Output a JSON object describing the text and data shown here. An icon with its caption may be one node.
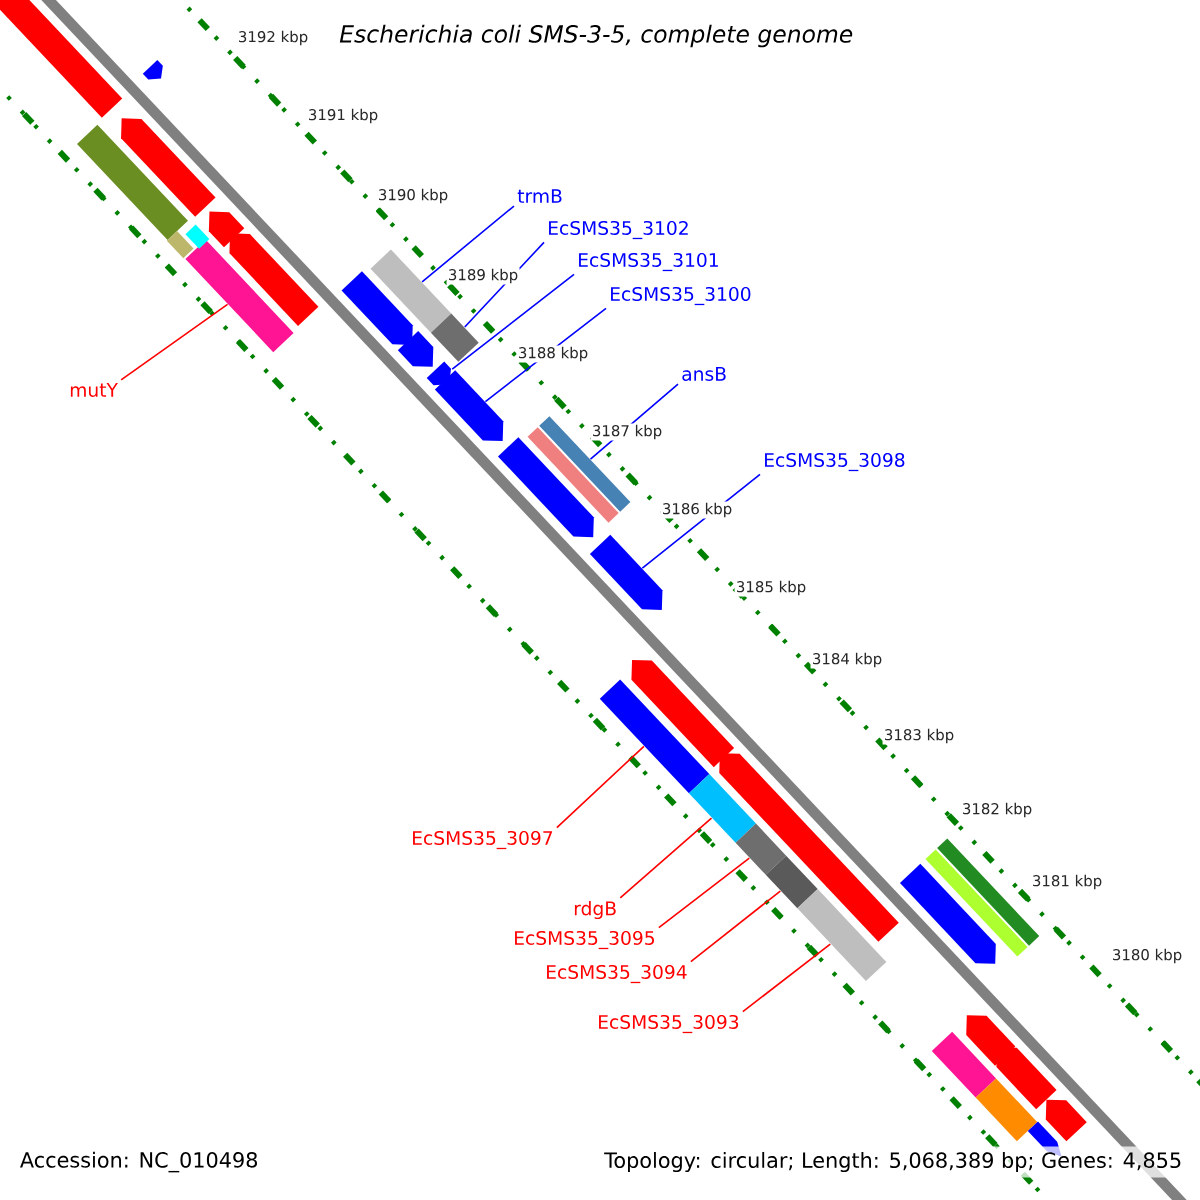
{
  "diagram": {
    "title": "Escherichia coli SMS-3-5, complete genome",
    "nodes": [
      {
        "text": [
          "trmB"
        ]
      },
      {
        "text": [
          "EcSMS35_3102"
        ]
      },
      {
        "text": [
          "EcSMS35_3101"
        ]
      },
      {
        "text": [
          "EcSMS35_3100"
        ]
      },
      {
        "text": [
          "ansB"
        ]
      },
      {
        "text": [
          "EcSMS35_3098"
        ]
      },
      {
        "text": [
          "mutY"
        ]
      },
      {
        "text": [
          "EcSMS35_3097"
        ]
      },
      {
        "text": [
          "rdgB"
        ]
      },
      {
        "text": [
          "EcSMS35_3095"
        ]
      },
      {
        "text": [
          "EcSMS35_3094"
        ]
      },
      {
        "text": [
          "EcSMS35_3093"
        ]
      },
      {
        "text": [],
        "shape": "bar"
      },
      {
        "text": [],
        "shape": "bar"
      },
      {
        "text": [],
        "shape": "bar"
      },
      {
        "text": [],
        "shape": "bar"
      },
      {
        "text": [],
        "shape": "bar"
      },
      {
        "text": [],
        "shape": "bar"
      },
      {
        "text": [],
        "shape": "bar"
      },
      {
        "text": [],
        "shape": "bar"
      },
      {
        "text": [],
        "shape": "bar"
      },
      {
        "text": [],
        "shape": "bar"
      },
      {
        "text": [],
        "shape": "bar"
      },
      {
        "text": [],
        "shape": "bar"
      },
      {
        "text": [],
        "shape": "bar"
      },
      {
        "text": [],
        "shape": "bar"
      },
      {
        "text": [],
        "shape": "bar"
      },
      {
        "text": [],
        "shape": "bar"
      },
      {
        "text": [],
        "shape": "bar"
      },
      {
        "text": [],
        "shape": "bar"
      },
      {
        "text": [],
        "shape": "bar"
      },
      {
        "text": [],
        "shape": "bar"
      },
      {
        "text": [],
        "shape": "bar"
      },
      {
        "text": [],
        "shape": "bar"
      },
      {
        "text": [],
        "shape": "bar"
      },
      {
        "text": [],
        "shape": "bar"
      },
      {
        "text": [],
        "shape": "bar"
      },
      {
        "text": [],
        "shape": "bar"
      },
      {
        "text": [],
        "shape": "bar"
      },
      {
        "text": [],
        "shape": "bar"
      },
      {
        "text": [],
        "shape": "bar"
      },
      {
        "text": [],
        "shape": "bar"
      },
      {
        "text": [],
        "shape": "bar"
      },
      {
        "text": [],
        "shape": "bar"
      },
      {
        "text": [],
        "shape": "bar"
      },
      {
        "text": [],
        "shape": "bar"
      },
      {
        "text": [],
        "shape": "bar"
      },
      {
        "text": [],
        "shape": "bar"
      },
      {
        "text": [],
        "shape": "bar"
      },
      {
        "text": [],
        "shape": "bar"
      }
    ],
    "edges": [
      {
        "from": 0,
        "to": 12,
        "arrow": "none",
        "color": "#0000ff"
      },
      {
        "from": 1,
        "to": 13,
        "arrow": "none",
        "color": "#0000ff"
      },
      {
        "from": 2,
        "to": 14,
        "arrow": "none",
        "color": "#0000ff"
      },
      {
        "from": 3,
        "to": 15,
        "arrow": "none",
        "color": "#0000ff"
      },
      {
        "from": 4,
        "to": 16,
        "arrow": "none",
        "color": "#0000ff"
      },
      {
        "from": 5,
        "to": 17,
        "arrow": "none",
        "color": "#0000ff"
      },
      {
        "from": 6,
        "to": 18,
        "arrow": "none",
        "color": "#ff0000"
      },
      {
        "from": 7,
        "to": 19,
        "arrow": "none",
        "color": "#ff0000"
      },
      {
        "from": 8,
        "to": 20,
        "arrow": "none",
        "color": "#ff0000"
      },
      {
        "from": 9,
        "to": 21,
        "arrow": "none",
        "color": "#ff0000"
      },
      {
        "from": 10,
        "to": 22,
        "arrow": "none",
        "color": "#ff0000"
      },
      {
        "from": 11,
        "to": 23,
        "arrow": "none",
        "color": "#ff0000"
      }
    ],
    "labels": [
      "3192 kbp",
      "3191 kbp",
      "3190 kbp",
      "3189 kbp",
      "3188 kbp",
      "3187 kbp",
      "3186 kbp",
      "3185 kbp",
      "3184 kbp",
      "3183 kbp",
      "3182 kbp",
      "3181 kbp",
      "3180 kbp",
      "Accession: NC_010498",
      "Topology: circular; Length: 5,068,389 bp; Genes: 4,855"
    ]
  }
}
